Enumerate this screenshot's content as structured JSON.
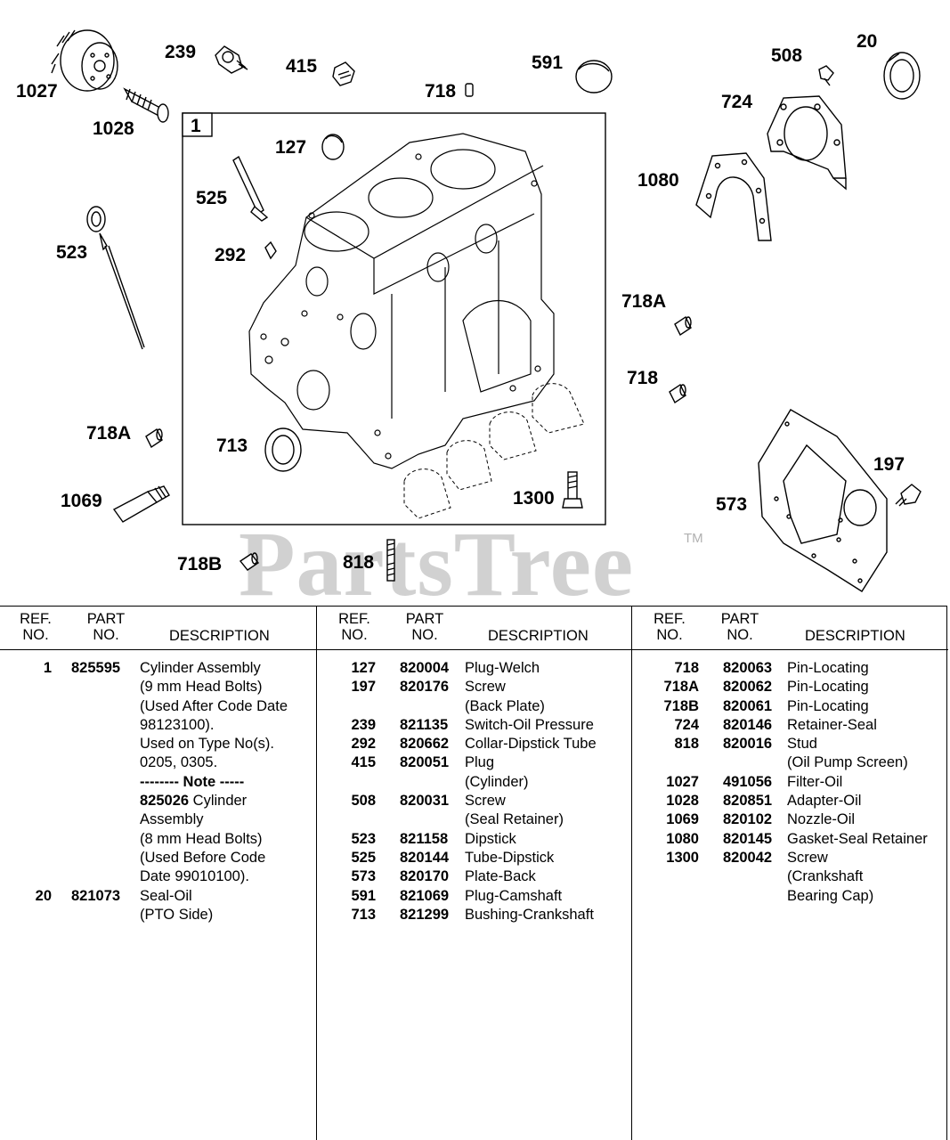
{
  "watermark": {
    "text": "PartsTree",
    "tm": "TM"
  },
  "diagram": {
    "box_label": "1",
    "callouts": {
      "c1027": "1027",
      "c239": "239",
      "c415": "415",
      "c718_top": "718",
      "c591": "591",
      "c508": "508",
      "c20": "20",
      "c724": "724",
      "c1028": "1028",
      "c127": "127",
      "c1080": "1080",
      "c525": "525",
      "c523": "523",
      "c292": "292",
      "c718A_right": "718A",
      "c718_right": "718",
      "c718A_left": "718A",
      "c713": "713",
      "c197": "197",
      "c1069": "1069",
      "c1300": "1300",
      "c573": "573",
      "c718B": "718B",
      "c818": "818"
    }
  },
  "table": {
    "headers": {
      "ref": "REF.\nNO.",
      "part": "PART\nNO.",
      "desc": "DESCRIPTION"
    },
    "col1": [
      {
        "ref": "1",
        "part": "825595",
        "desc": "Cylinder Assembly"
      },
      {
        "ref": "",
        "part": "",
        "desc": "(9 mm Head Bolts)"
      },
      {
        "ref": "",
        "part": "",
        "desc": "(Used After Code Date"
      },
      {
        "ref": "",
        "part": "",
        "desc": "98123100)."
      },
      {
        "ref": "",
        "part": "",
        "desc": "Used on Type No(s)."
      },
      {
        "ref": "",
        "part": "",
        "desc": "0205, 0305."
      },
      {
        "ref": "",
        "part": "",
        "desc": "-------- Note -----",
        "bold": true
      },
      {
        "ref": "",
        "part": "",
        "desc_bold": "825026",
        "desc": " Cylinder"
      },
      {
        "ref": "",
        "part": "",
        "desc": "Assembly"
      },
      {
        "ref": "",
        "part": "",
        "desc": "(8 mm Head Bolts)"
      },
      {
        "ref": "",
        "part": "",
        "desc": "(Used Before Code"
      },
      {
        "ref": "",
        "part": "",
        "desc": "Date 99010100)."
      },
      {
        "ref": "20",
        "part": "821073",
        "desc": "Seal-Oil"
      },
      {
        "ref": "",
        "part": "",
        "desc": "(PTO Side)"
      }
    ],
    "col2": [
      {
        "ref": "127",
        "part": "820004",
        "desc": "Plug-Welch"
      },
      {
        "ref": "197",
        "part": "820176",
        "desc": "Screw"
      },
      {
        "ref": "",
        "part": "",
        "desc": "(Back Plate)"
      },
      {
        "ref": "239",
        "part": "821135",
        "desc": "Switch-Oil Pressure"
      },
      {
        "ref": "292",
        "part": "820662",
        "desc": "Collar-Dipstick Tube"
      },
      {
        "ref": "415",
        "part": "820051",
        "desc": "Plug"
      },
      {
        "ref": "",
        "part": "",
        "desc": "(Cylinder)"
      },
      {
        "ref": "508",
        "part": "820031",
        "desc": "Screw"
      },
      {
        "ref": "",
        "part": "",
        "desc": "(Seal Retainer)"
      },
      {
        "ref": "523",
        "part": "821158",
        "desc": "Dipstick"
      },
      {
        "ref": "525",
        "part": "820144",
        "desc": "Tube-Dipstick"
      },
      {
        "ref": "573",
        "part": "820170",
        "desc": "Plate-Back"
      },
      {
        "ref": "591",
        "part": "821069",
        "desc": "Plug-Camshaft"
      },
      {
        "ref": "713",
        "part": "821299",
        "desc": "Bushing-Crankshaft"
      }
    ],
    "col3": [
      {
        "ref": "718",
        "part": "820063",
        "desc": "Pin-Locating"
      },
      {
        "ref": "718A",
        "part": "820062",
        "desc": "Pin-Locating"
      },
      {
        "ref": "718B",
        "part": "820061",
        "desc": "Pin-Locating"
      },
      {
        "ref": "724",
        "part": "820146",
        "desc": "Retainer-Seal"
      },
      {
        "ref": "818",
        "part": "820016",
        "desc": "Stud"
      },
      {
        "ref": "",
        "part": "",
        "desc": "(Oil Pump Screen)"
      },
      {
        "ref": "1027",
        "part": "491056",
        "desc": "Filter-Oil"
      },
      {
        "ref": "1028",
        "part": "820851",
        "desc": "Adapter-Oil"
      },
      {
        "ref": "1069",
        "part": "820102",
        "desc": "Nozzle-Oil"
      },
      {
        "ref": "1080",
        "part": "820145",
        "desc": "Gasket-Seal Retainer"
      },
      {
        "ref": "1300",
        "part": "820042",
        "desc": "Screw"
      },
      {
        "ref": "",
        "part": "",
        "desc": "(Crankshaft"
      },
      {
        "ref": "",
        "part": "",
        "desc": "Bearing Cap)"
      }
    ]
  }
}
